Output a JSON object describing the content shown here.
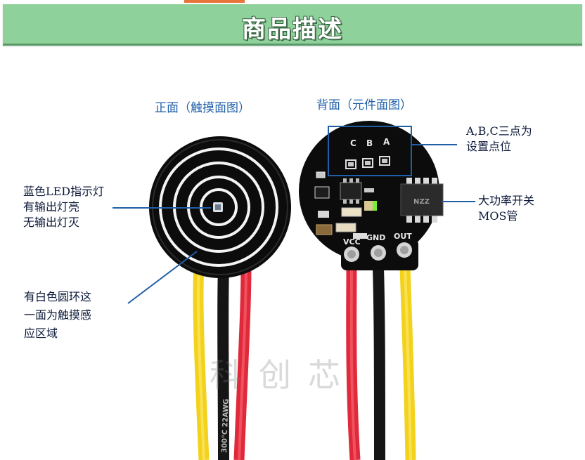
{
  "title": "商品描述",
  "front_heading": "正面（触摸面图）",
  "back_heading": "背面（元件面图）",
  "led_note": "蓝色LED指示灯\n有输出灯亮\n无输出灯灭",
  "ring_note": "有白色圆环这\n一面为触摸感\n应区域",
  "abc_note": "A,B,C三点为\n设置点位",
  "mos_note": "大功率开关\nMOS管",
  "pcb": {
    "pad_labels": [
      "C",
      "B",
      "A"
    ],
    "pin_labels": [
      "VCC",
      "GND",
      "OUT"
    ],
    "chip_text": "NZZ",
    "cable_text": "300°C 22AWG"
  },
  "watermark": "科创芯",
  "colors": {
    "title_bar": "#8fd19b",
    "annotation": "#1f5fa8",
    "wire_yellow": "#f2d21b",
    "wire_red": "#e0293a",
    "wire_black": "#1a1a1a"
  }
}
